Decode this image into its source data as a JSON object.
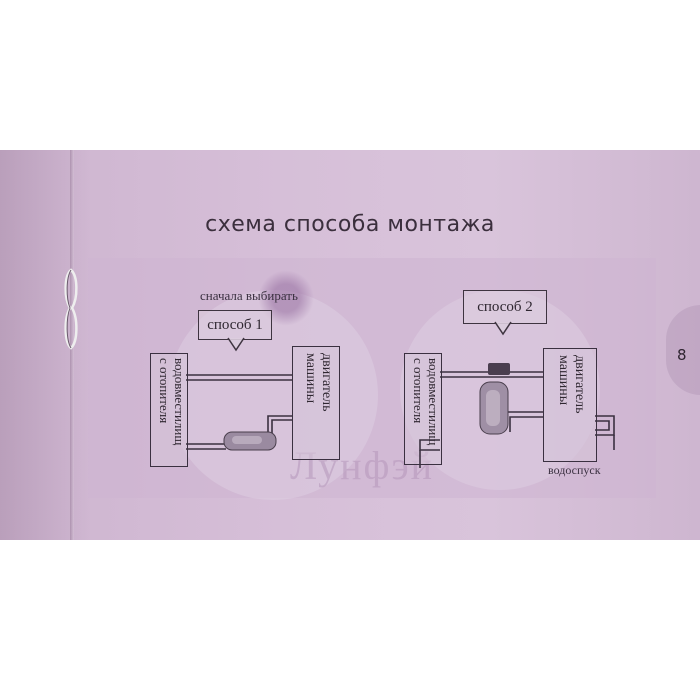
{
  "page": {
    "title": "схема способа монтажа",
    "page_number": "8",
    "watermark": "Лунфэй"
  },
  "method1": {
    "hint": "сначала выбирать",
    "bubble": "способ 1",
    "left_box_label_line1": "водовместилищ",
    "left_box_label_line2": "с отопителя",
    "right_box_label_line1": "двигатель",
    "right_box_label_line2": "машины"
  },
  "method2": {
    "bubble": "способ 2",
    "left_box_label_line1": "водовместилищ",
    "left_box_label_line2": "с отопителя",
    "right_box_label_line1": "двигатель",
    "right_box_label_line2": "машины",
    "drain_label": "водоспуск"
  },
  "colors": {
    "paper": "#d6bfd8",
    "ink": "#3a3040"
  }
}
